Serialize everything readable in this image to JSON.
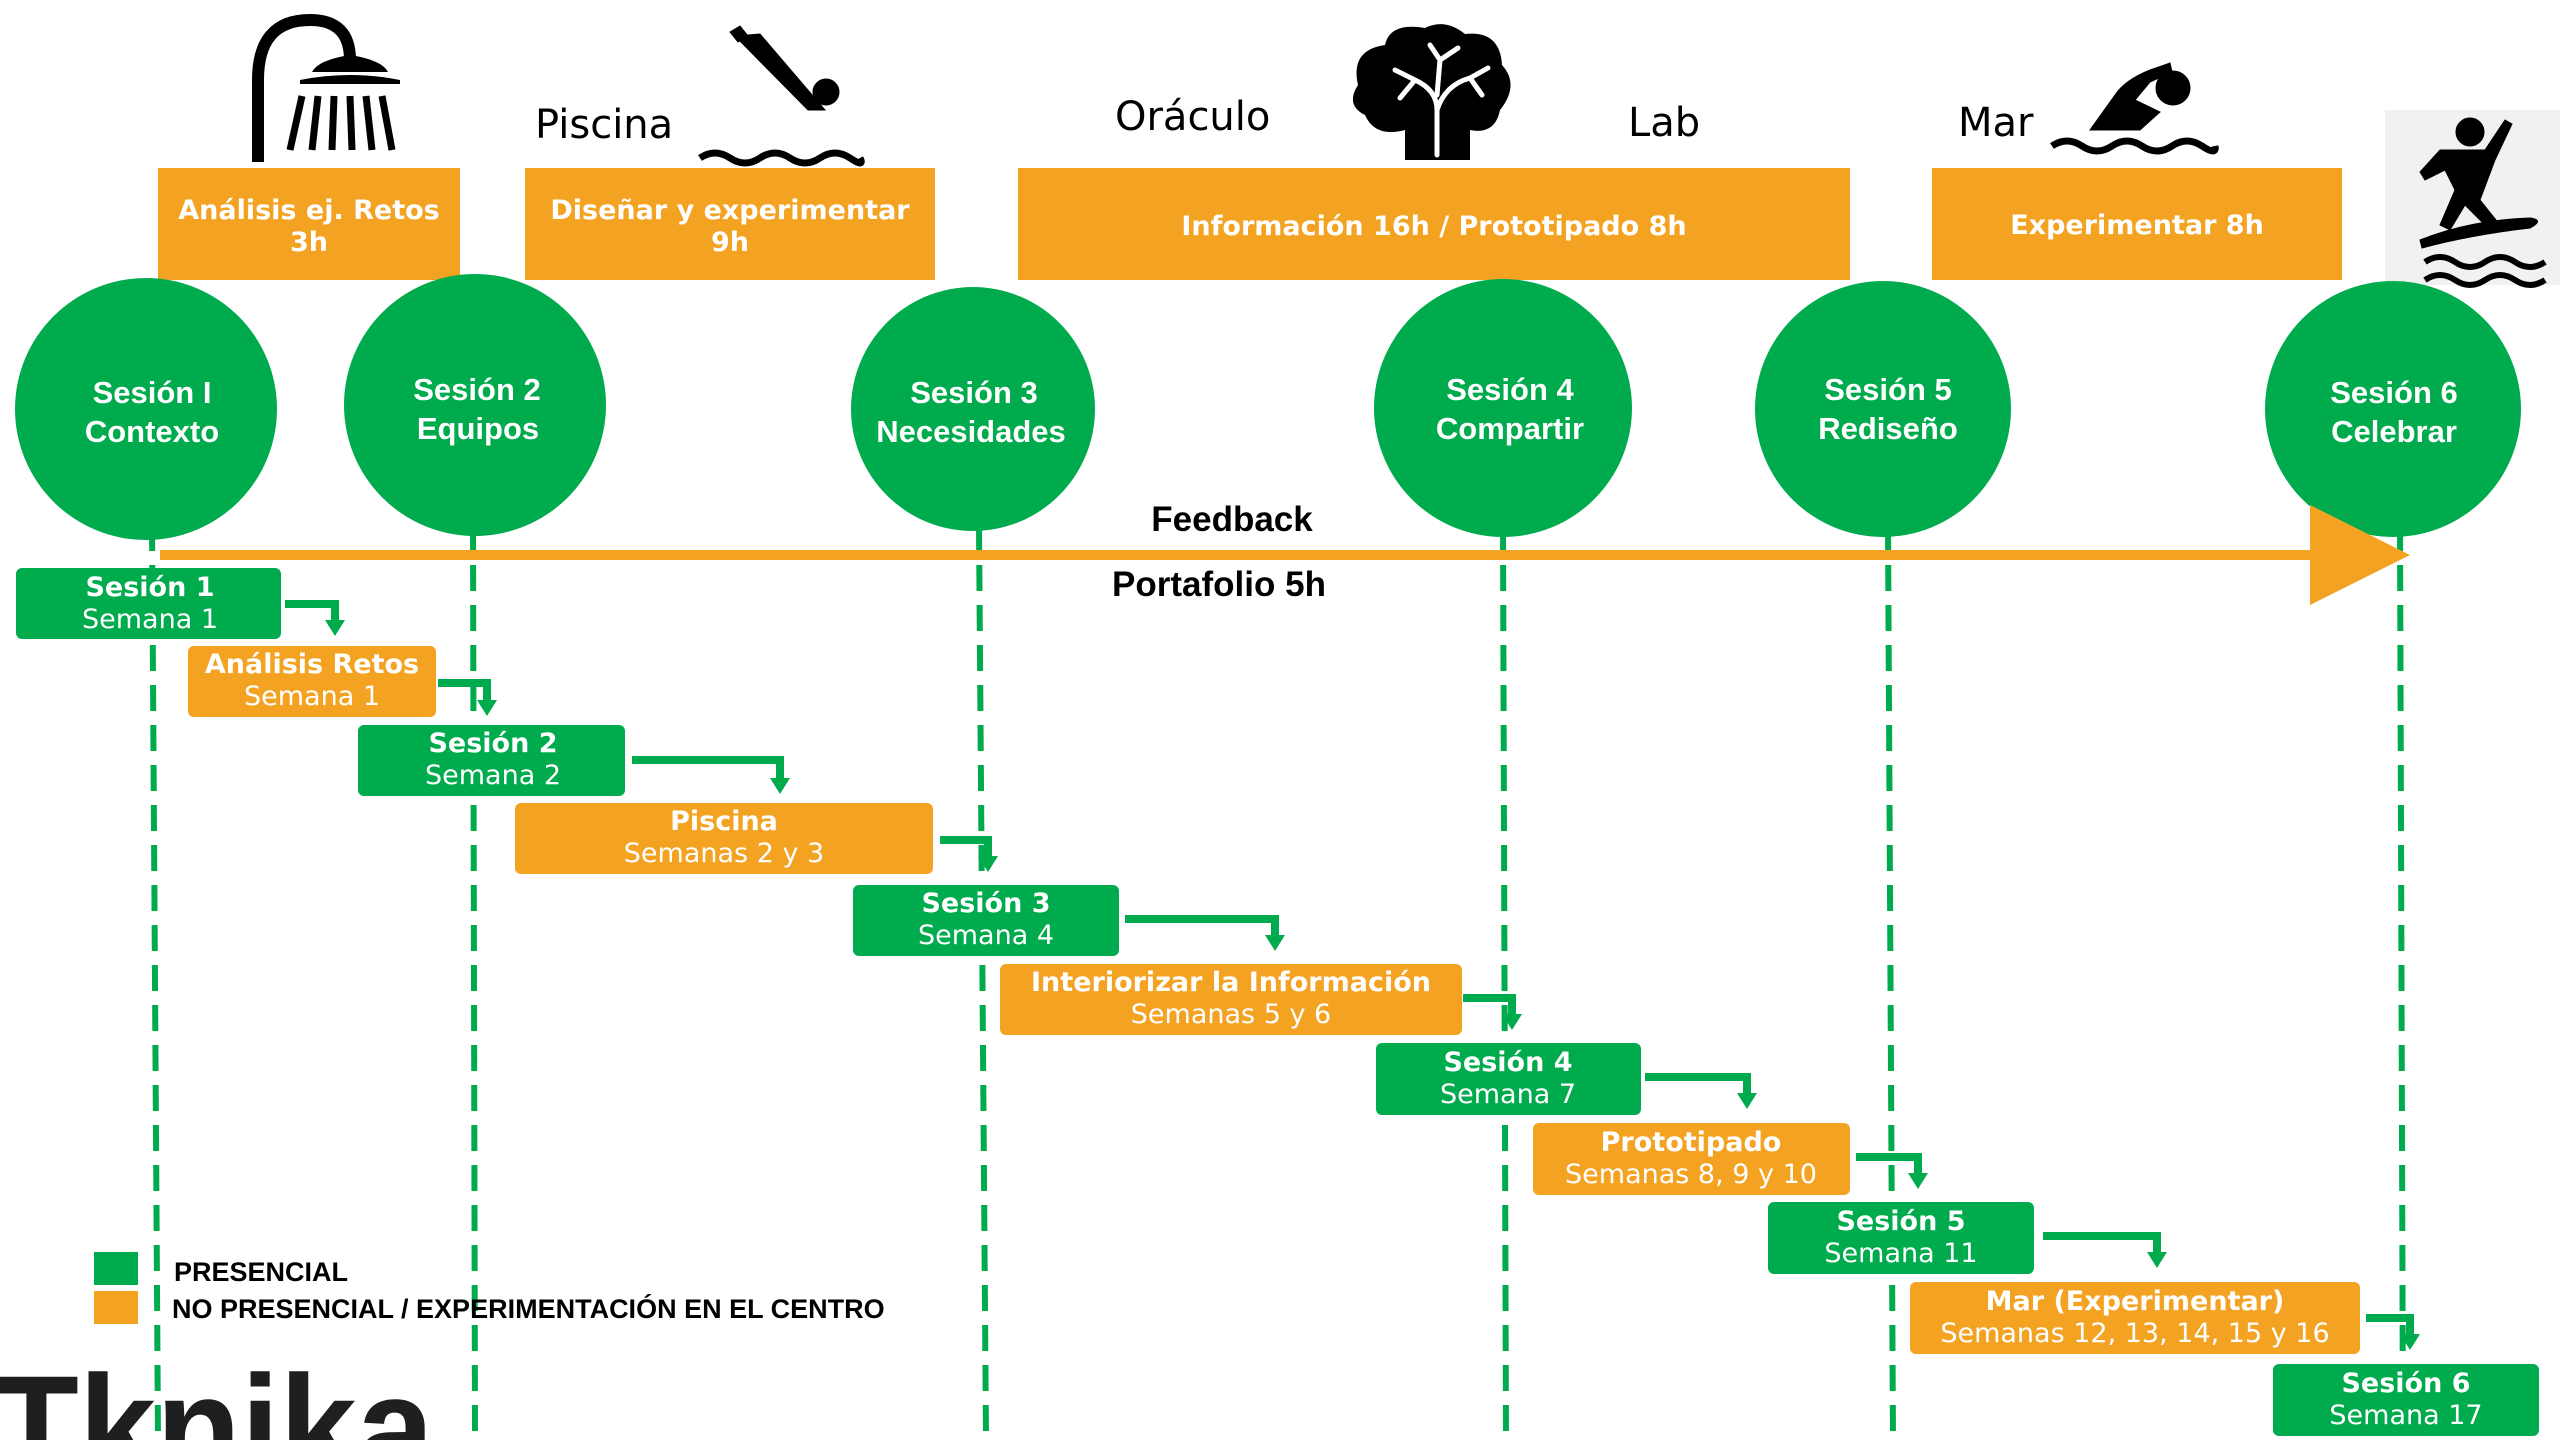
{
  "colors": {
    "green": "#00ab4e",
    "orange": "#f4a221",
    "black": "#000000",
    "white": "#ffffff"
  },
  "phase_labels": [
    "Piscina",
    "Oráculo",
    "Lab",
    "Mar"
  ],
  "phase_icons": [
    "shower-icon",
    "diving-icon",
    "brain-tree-icon",
    "swimmer-icon",
    "surfer-icon"
  ],
  "top_boxes": [
    {
      "line1": "Análisis ej. Retos",
      "line2": "3h"
    },
    {
      "line1": "Diseñar y experimentar",
      "line2": "9h"
    },
    {
      "line1": "Información 16h / Prototipado 8h",
      "line2": ""
    },
    {
      "line1": "Experimentar 8h",
      "line2": ""
    }
  ],
  "sessions": [
    {
      "line1": "Sesión I",
      "line2": "Contexto"
    },
    {
      "line1": "Sesión 2",
      "line2": "Equipos"
    },
    {
      "line1": "Sesión 3",
      "line2": "Necesidades"
    },
    {
      "line1": "Sesión 4",
      "line2": "Compartir"
    },
    {
      "line1": "Sesión 5",
      "line2": "Rediseño"
    },
    {
      "line1": "Sesión 6",
      "line2": "Celebrar"
    }
  ],
  "feedback": {
    "label": "Feedback",
    "sublabel": "Portafolio 5h"
  },
  "tasks": [
    {
      "title": "Sesión 1",
      "subtitle": "Semana 1",
      "kind": "green"
    },
    {
      "title": "Análisis Retos",
      "subtitle": "Semana 1",
      "kind": "orange"
    },
    {
      "title": "Sesión 2",
      "subtitle": "Semana 2",
      "kind": "green"
    },
    {
      "title": "Piscina",
      "subtitle": "Semanas 2 y 3",
      "kind": "orange"
    },
    {
      "title": "Sesión 3",
      "subtitle": "Semana 4",
      "kind": "green"
    },
    {
      "title": "Interiorizar la Información",
      "subtitle": "Semanas 5 y 6",
      "kind": "orange"
    },
    {
      "title": "Sesión 4",
      "subtitle": "Semana 7",
      "kind": "green"
    },
    {
      "title": "Prototipado",
      "subtitle": "Semanas 8, 9 y 10",
      "kind": "orange"
    },
    {
      "title": "Sesión 5",
      "subtitle": "Semana 11",
      "kind": "green"
    },
    {
      "title": "Mar (Experimentar)",
      "subtitle": "Semanas 12, 13, 14, 15 y 16",
      "kind": "orange"
    },
    {
      "title": "Sesión 6",
      "subtitle": "Semana 17",
      "kind": "green"
    }
  ],
  "legend": [
    {
      "label": "PRESENCIAL",
      "kind": "green"
    },
    {
      "label": "NO PRESENCIAL / EXPERIMENTACIÓN EN EL CENTRO",
      "kind": "orange"
    }
  ],
  "logo": {
    "text": "Tknika"
  }
}
